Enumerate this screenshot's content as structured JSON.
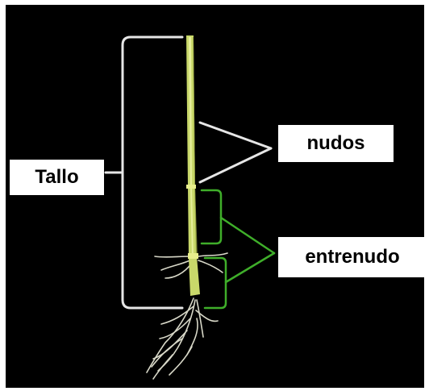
{
  "labels": {
    "tallo": "Tallo",
    "nudos": "nudos",
    "entrenudo": "entrenudo"
  },
  "colors": {
    "background": "#000000",
    "stem": "#c9d86a",
    "root": "#d8d8c8",
    "bracket_white": "#e6e6e6",
    "bracket_green": "#3fae2a",
    "label_bg": "#ffffff",
    "label_text": "#000000"
  }
}
